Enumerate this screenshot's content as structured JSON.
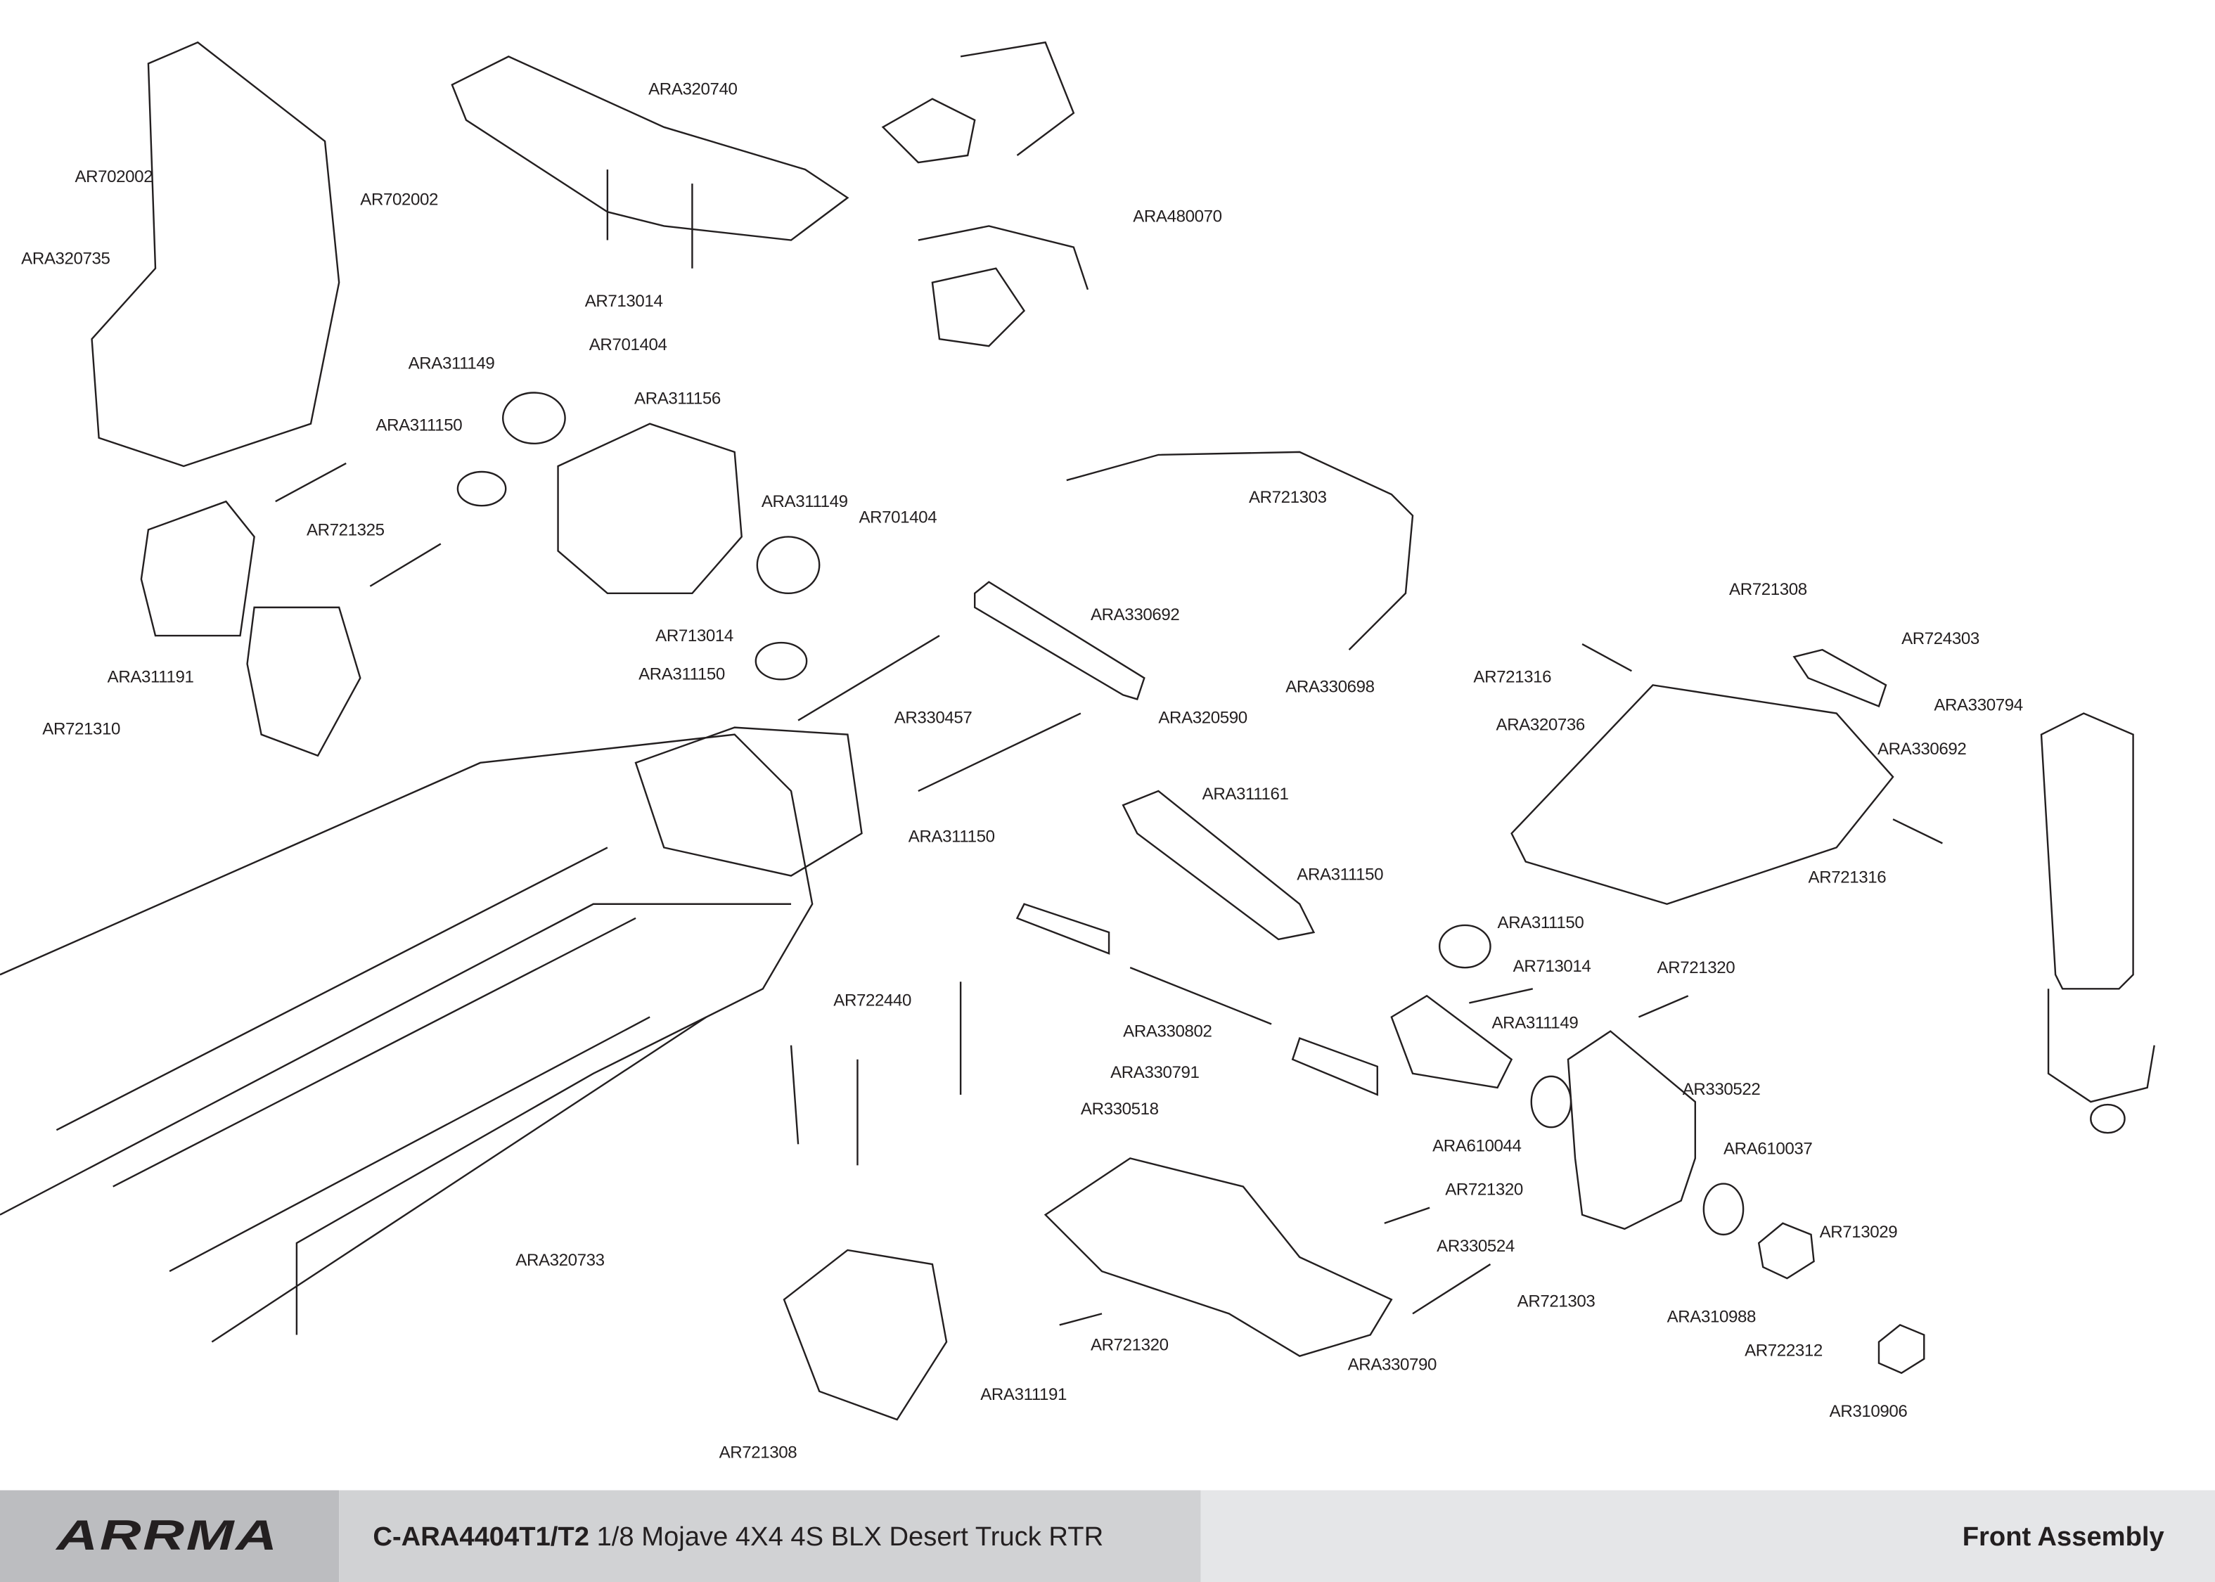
{
  "footer": {
    "brand": "ARRMA",
    "kit_code": "C-ARA4404T1/T2",
    "kit_name": "1/8 Mojave 4X4 4S BLX Desert Truck RTR",
    "section": "Front Assembly",
    "colors": {
      "logo_bg": "#bcbdc0",
      "title_bg": "#d1d2d4",
      "right_bg": "#e5e6e8",
      "ink": "#231f20"
    }
  },
  "labels": [
    "AR702002",
    "AR702002",
    "ARA320735",
    "ARA320740",
    "ARA480070",
    "AR713014",
    "AR701404",
    "ARA311149",
    "ARA311156",
    "ARA311150",
    "AR721325",
    "ARA311149",
    "AR701404",
    "AR721303",
    "ARA330692",
    "AR713014",
    "ARA311191",
    "ARA311150",
    "ARA330698",
    "AR721310",
    "AR330457",
    "ARA320590",
    "AR721308",
    "AR724303",
    "ARA330794",
    "AR721316",
    "ARA320736",
    "ARA330692",
    "ARA311161",
    "ARA311150",
    "AR721316",
    "ARA311150",
    "ARA311150",
    "AR713014",
    "AR721320",
    "AR722440",
    "ARA311149",
    "ARA330802",
    "ARA330791",
    "AR330518",
    "AR330522",
    "ARA610044",
    "ARA610037",
    "AR721320",
    "AR713029",
    "ARA320733",
    "AR330524",
    "AR721303",
    "ARA310988",
    "AR721320",
    "AR722312",
    "ARA330790",
    "ARA311191",
    "AR310906",
    "AR721308"
  ]
}
